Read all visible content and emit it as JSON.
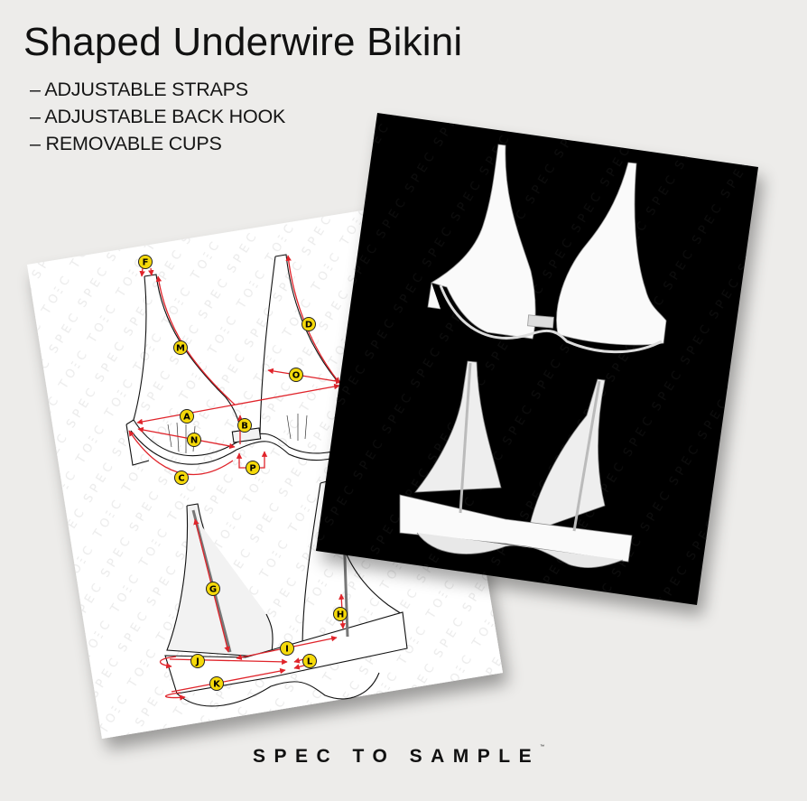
{
  "header": {
    "title": "Shaped Underwire Bikini",
    "features": [
      "– ADJUSTABLE STRAPS",
      "– ADJUSTABLE BACK HOOK",
      "– REMOVABLE CUPS"
    ]
  },
  "spec_card": {
    "watermark": "SPEC TO SAMPLE",
    "front_view_labels": [
      "F",
      "M",
      "D",
      "O",
      "A",
      "B",
      "N",
      "C",
      "P"
    ],
    "back_view_labels": [
      "G",
      "H",
      "I",
      "J",
      "L",
      "K"
    ]
  },
  "flats_card": {
    "views": [
      "front",
      "back"
    ]
  },
  "footer": {
    "brand": "SPEC TO SAMPLE",
    "trademark": "™"
  },
  "colors": {
    "background": "#edecea",
    "spec_card": "#ffffff",
    "flats_card": "#000000",
    "measure_line": "#e0242b",
    "label_badge": "#f5d90a",
    "garment_fill": "#f2f2f2"
  }
}
